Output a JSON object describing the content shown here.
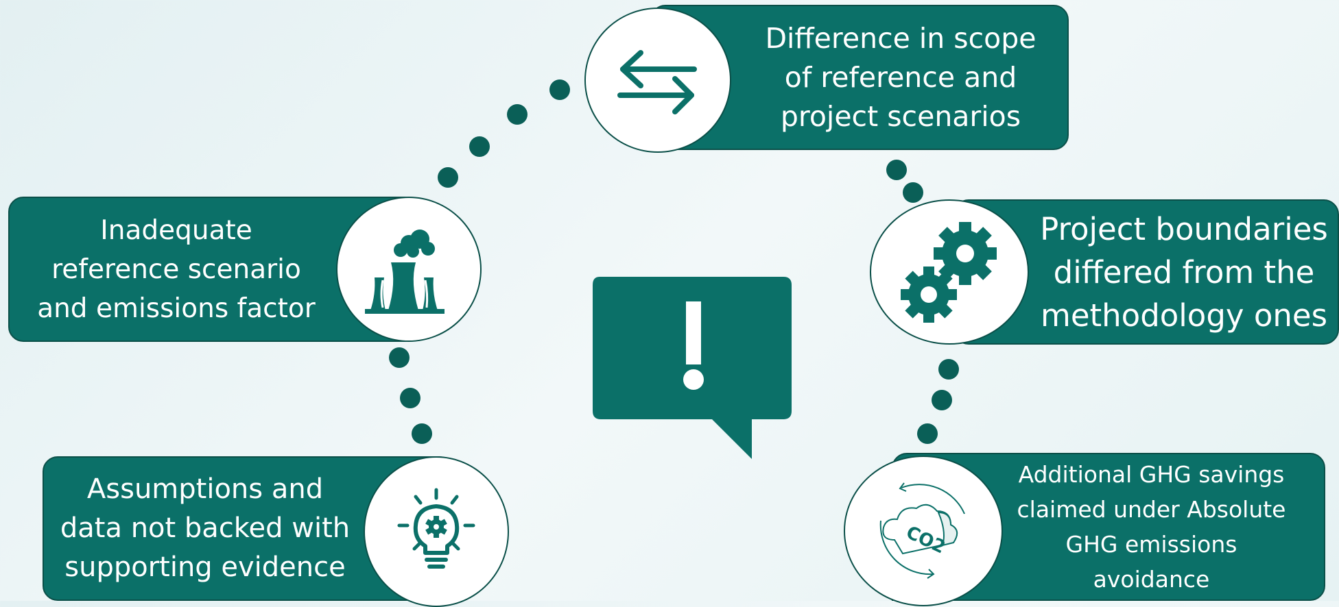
{
  "items": [
    {
      "label": "Difference in scope\nof reference and\nproject scenarios",
      "icon": "arrows-exchange-icon"
    },
    {
      "label": "Project boundaries\ndiffered from the\nmethodology ones",
      "icon": "gears-icon"
    },
    {
      "label": "Additional GHG savings\nclaimed under Absolute\nGHG emissions\navoidance",
      "icon": "co2-cloud-icon",
      "icon_text": "CO2"
    },
    {
      "label": "Inadequate\nreference scenario\nand emissions factor",
      "icon": "power-plant-icon"
    },
    {
      "label": "Assumptions and\ndata not backed with\nsupporting evidence",
      "icon": "lightbulb-gear-icon"
    }
  ],
  "center": {
    "icon": "exclamation-speech-bubble-icon"
  },
  "colors": {
    "teal": "#0b7068",
    "dark_teal": "#0a5f57",
    "outline": "#0a4f48",
    "white": "#ffffff"
  }
}
